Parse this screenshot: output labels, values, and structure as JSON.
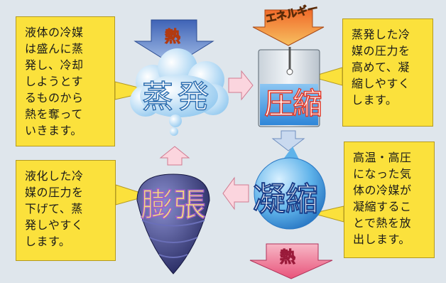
{
  "evaporation": {
    "label": "蒸発",
    "heat_in": "熱"
  },
  "compression": {
    "label": "圧縮",
    "energy_in": "エネルギー"
  },
  "condensation": {
    "label": "凝縮",
    "heat_out": "熱"
  },
  "expansion": {
    "label": "膨張"
  },
  "notes": {
    "evaporation": "液体の冷媒\nは盛んに蒸\n発し、冷却\nしようとす\nるものから\n熱を奪って\nいきます。",
    "compression": "蒸発した冷\n媒の圧力を\n高めて、凝\n縮しやすく\nします。",
    "expansion": "液化した冷\n媒の圧力を\n下げて、蒸\n発しやすく\nします。",
    "condensation": "高温・高圧\nになった気\n体の冷媒が\n凝縮するこ\nとで熱を放\n出します。"
  },
  "colors": {
    "background": "#dfe6ec",
    "note_fill": "#fbe13c",
    "heat_arrow": "#f4a0b4",
    "energy_arrow": "#f5a23a",
    "cool_arrow": "#7fa3d8",
    "cloud": "#a9d3f0",
    "sphere": "#5fb3ea",
    "cone": "#2d2f6f",
    "liquid": "#3f9ce6"
  }
}
